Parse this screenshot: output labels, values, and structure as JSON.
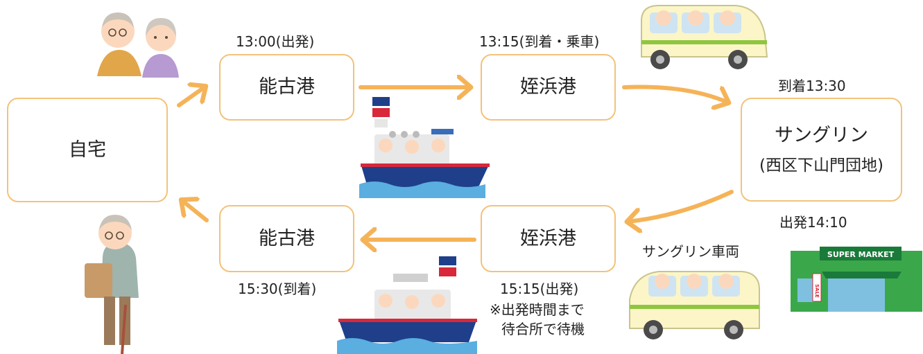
{
  "nodes": {
    "home": "自宅",
    "noko_out": "能古港",
    "meinohama_out": "姪浜港",
    "sungreen": "サングリン",
    "sungreen_sub": "(西区下山門団地)",
    "meinohama_return": "姪浜港",
    "noko_return": "能古港"
  },
  "times": {
    "noko_depart": "13:00(出発)",
    "meinohama_arrive": "13:15(到着・乗車)",
    "sungreen_arrive": "到着13:30",
    "sungreen_depart": "出発14:10",
    "meinohama_depart": "15:15(出発)",
    "noko_arrive": "15:30(到着)"
  },
  "notes": {
    "vehicle": "サングリン車両",
    "wait_line1": "※出発時間まで",
    "wait_line2": "待合所で待機"
  },
  "store": {
    "sign": "SUPER MARKET",
    "sale_tag": "SALE"
  },
  "colors": {
    "arrow": "#f5b358",
    "box_border": "#f3c27a",
    "ship_hull": "#1f3f8a",
    "water": "#5aaee0",
    "van_body": "#fbf5c8",
    "store_green": "#3aa84a"
  }
}
